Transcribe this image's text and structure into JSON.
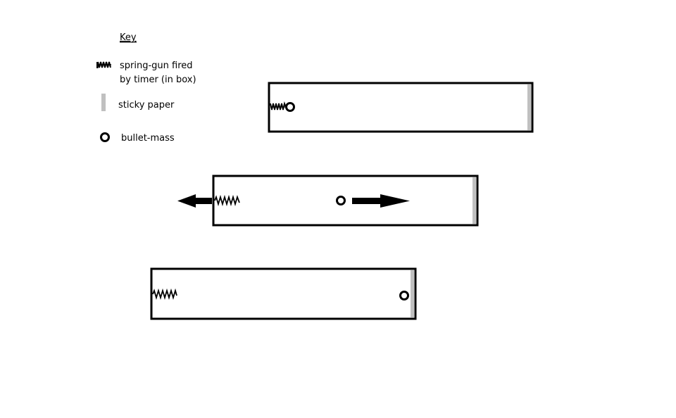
{
  "key": {
    "title": "Key",
    "spring_gun_line1": "spring-gun fired",
    "spring_gun_line2": "by timer (in box)",
    "sticky_paper": "sticky paper",
    "bullet_mass": "bullet-mass"
  },
  "colors": {
    "outline": "#000000",
    "sticky_paper": "#c0c0c0",
    "background": "#ffffff"
  },
  "icons": {
    "spring": "spring-icon",
    "sticky_paper": "sticky-paper-icon",
    "bullet": "bullet-icon",
    "arrow": "arrow-icon"
  }
}
